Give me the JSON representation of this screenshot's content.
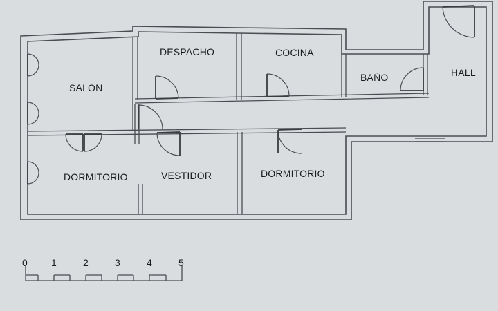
{
  "plan": {
    "rooms": [
      {
        "key": "salon",
        "label": "SALON"
      },
      {
        "key": "despacho",
        "label": "DESPACHO"
      },
      {
        "key": "cocina",
        "label": "COCINA"
      },
      {
        "key": "bano",
        "label": "BAÑO"
      },
      {
        "key": "hall",
        "label": "HALL"
      },
      {
        "key": "dormitorio_left",
        "label": "DORMITORIO"
      },
      {
        "key": "vestidor",
        "label": "VESTIDOR"
      },
      {
        "key": "dormitorio_right",
        "label": "DORMITORIO"
      }
    ],
    "scale_bar": {
      "ticks": [
        "0",
        "1",
        "2",
        "3",
        "4",
        "5"
      ]
    },
    "colors": {
      "paper": "#d9dde0",
      "line": "#4a4e52",
      "text": "#1c1c1c"
    }
  }
}
